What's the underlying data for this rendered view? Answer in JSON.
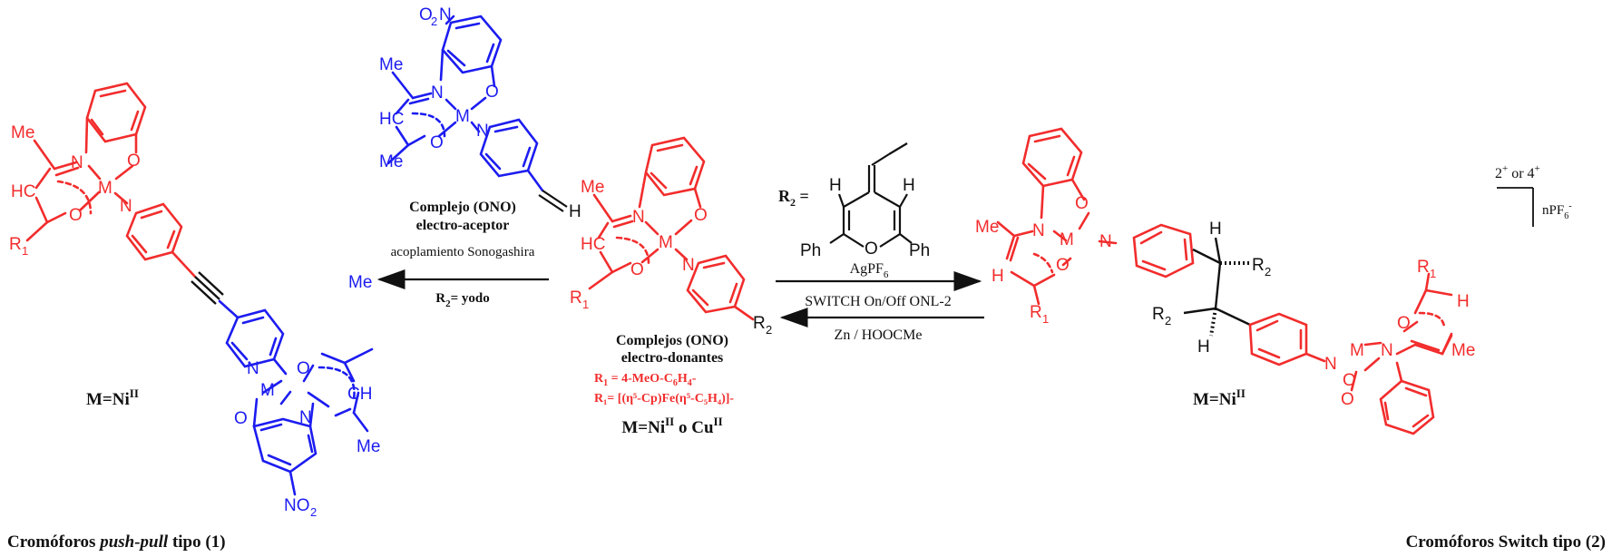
{
  "colors": {
    "red": "#f22c2c",
    "blue": "#1c1cf0",
    "black": "#111111"
  },
  "atoms": {
    "Me": "Me",
    "HC": "HC",
    "H": "H",
    "CH": "CH",
    "N": "N",
    "O": "O",
    "M": "M",
    "R1": "R",
    "R1_sub": "1",
    "R2": "R",
    "R2_sub": "2",
    "NO2_main": "NO",
    "NO2_sub": "2",
    "O2N_a": "O",
    "O2N_b": "N",
    "Ph": "Ph"
  },
  "left": {
    "label_M": "M=Ni",
    "label_M_sup": "II",
    "caption_a": "Cromóforos ",
    "caption_italic": "push-pull",
    "caption_b": " tipo (1)"
  },
  "arrow_left": {
    "title1": "Complejo (ONO)",
    "title2": "electro-aceptor",
    "reaction": "acoplamiento Sonogashira",
    "cond_a": "R",
    "cond_sub": "2",
    "cond_b": "= yodo"
  },
  "center": {
    "title1": "Complejos (ONO)",
    "title2": "electro-donantes",
    "r1_line1_a": "R",
    "r1_line1_sub": "1",
    "r1_line1_b": " = 4-MeO-C",
    "r1_line1_sub2": "6",
    "r1_line1_c": "H",
    "r1_line1_sub3": "4",
    "r1_line1_d": "-",
    "r1_line2": "R₁= [(η⁵-Cp)Fe(η⁵-C₅H₄)]-",
    "label_M": "M=Ni",
    "label_M_sup": "II",
    "label_M_mid": " o Cu",
    "label_M_sup2": "II"
  },
  "arrow_right": {
    "r2_a": "R",
    "r2_sub": "2",
    "r2_b": " =",
    "reagent": "AgPF",
    "reagent_sub": "6",
    "switch": "SWITCH On/Off ONL-2",
    "reverse": "Zn / HOOCMe"
  },
  "right": {
    "charge_a": "2",
    "charge_sup1": "+",
    "charge_mid": " or 4",
    "charge_sup2": "+",
    "counter_a": "nPF",
    "counter_sub": "6",
    "counter_sup": "-",
    "label_M": "M=Ni",
    "label_M_sup": "II",
    "caption": "Cromóforos Switch tipo (2)"
  }
}
